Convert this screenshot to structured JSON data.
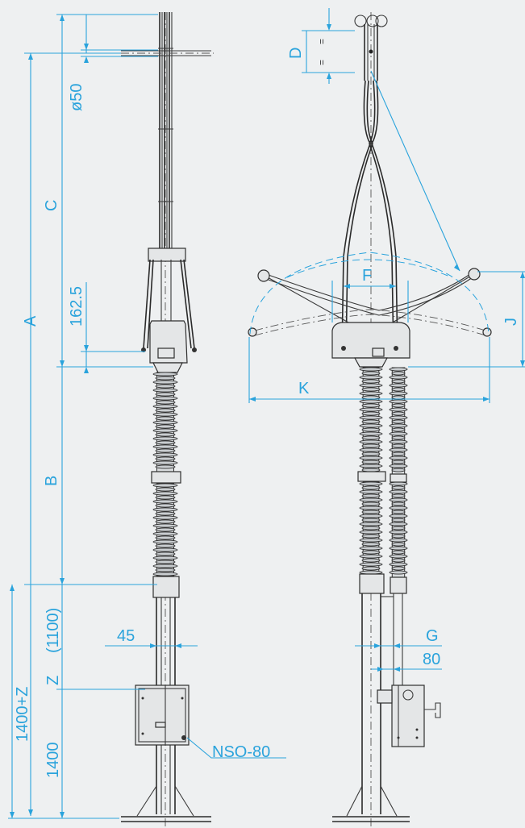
{
  "labels": {
    "a": "A",
    "b": "B",
    "c": "C",
    "d": "D",
    "f": "F",
    "g": "G",
    "j": "J",
    "k": "K",
    "z": "Z",
    "dia50": "ø50",
    "d162": "162.5",
    "d1100": "(1100)",
    "d1400z": "1400+Z",
    "d1400": "1400",
    "d45": "45",
    "d80": "80",
    "nso": "NSO-80",
    "eq": "="
  },
  "colors": {
    "dimension": "#2aa3dc",
    "line": "#3a3a3a",
    "background": "#eef0f1"
  }
}
